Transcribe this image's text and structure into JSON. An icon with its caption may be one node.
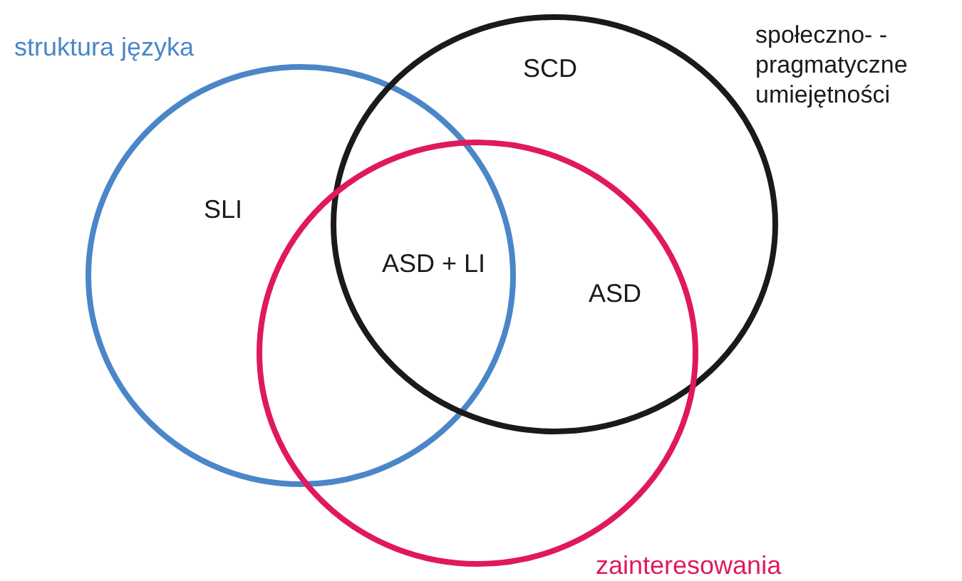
{
  "diagram": {
    "nodes": [
      {
        "text": [
          "struktura języka"
        ]
      },
      {
        "text": [
          "społeczno- -pragmatyczne umiejętności"
        ]
      },
      {
        "text": [
          "zainteresowania"
        ]
      }
    ],
    "labels": [
      "SCD",
      "SLI",
      "ASD + LI",
      "ASD"
    ]
  }
}
